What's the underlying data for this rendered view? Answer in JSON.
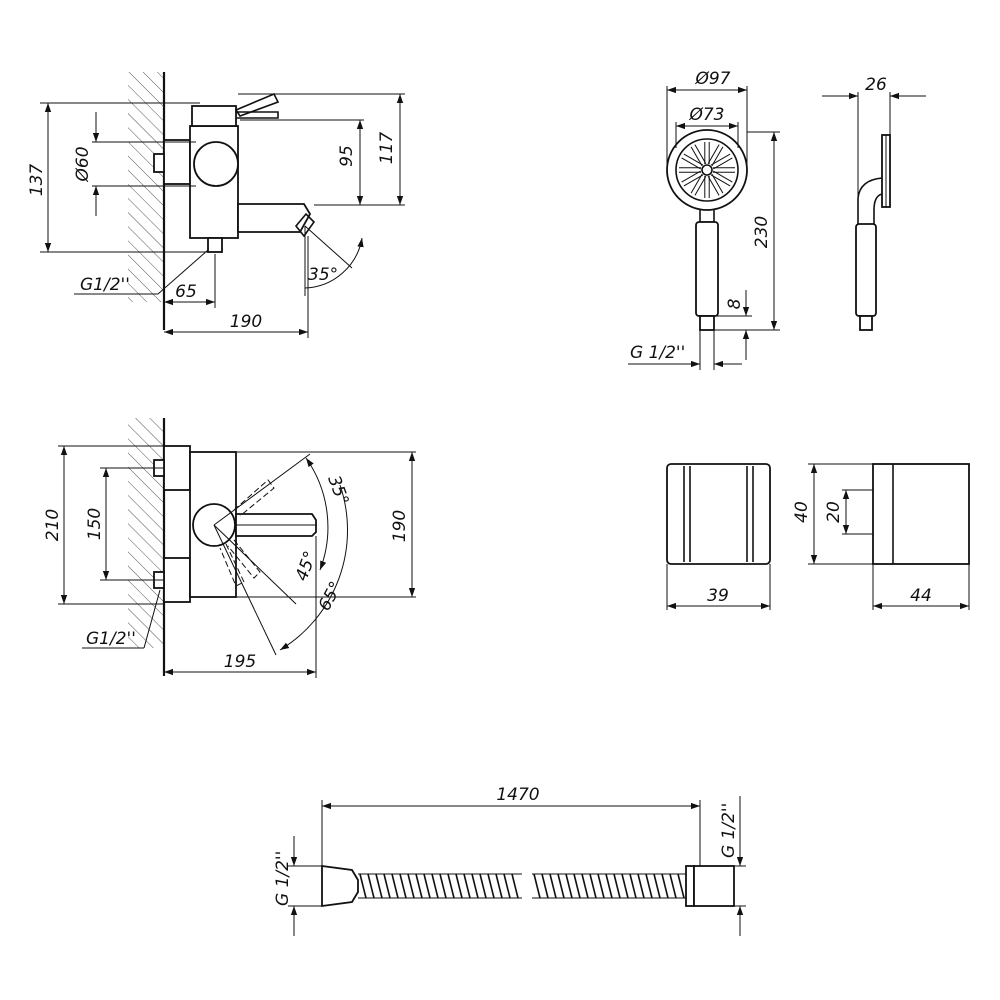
{
  "side_view": {
    "height_total": "137",
    "diameter": "Ø60",
    "height_spout": "95",
    "height_top": "117",
    "thread": "G1/2''",
    "depth": "65",
    "length": "190",
    "angle": "35°"
  },
  "hand_shower_front": {
    "outer_diameter": "Ø97",
    "inner_diameter": "Ø73",
    "length": "230",
    "thread_length": "8",
    "thread": "G 1/2''"
  },
  "hand_shower_side": {
    "depth": "26"
  },
  "top_view": {
    "height_total": "210",
    "center_distance": "150",
    "thread": "G1/2''",
    "length": "195",
    "height": "190",
    "angle_top": "35°",
    "angle_mid": "45°",
    "angle_bottom": "65°"
  },
  "holder_front": {
    "width": "39"
  },
  "holder_side": {
    "height": "40",
    "inner_height": "20",
    "width": "44"
  },
  "hose": {
    "length": "1470",
    "thread_left": "G 1/2''",
    "thread_right": "G 1/2''"
  }
}
